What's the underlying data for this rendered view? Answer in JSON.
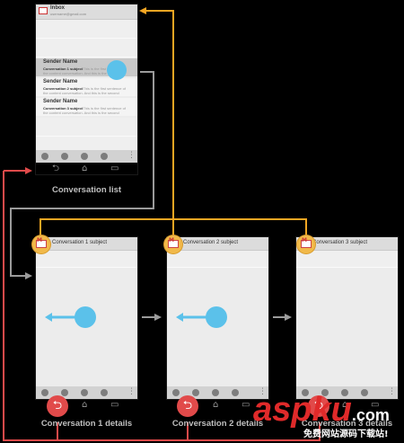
{
  "inbox": {
    "title": "Inbox",
    "account": "username@gmail.com",
    "items": [
      {
        "sender": "Sender Name",
        "subject": "Conversation 1 subject",
        "snippet": "- This is the first sentence of",
        "snippet2": "the content conversation. And this is the second"
      },
      {
        "sender": "Sender Name",
        "subject": "Conversation 2 subject",
        "snippet": "- This is the first sentence of",
        "snippet2": "the content conversation. And this is the second"
      },
      {
        "sender": "Sender Name",
        "subject": "Conversation 3 subject",
        "snippet": "- This is the first sentence of",
        "snippet2": "the content conversation. And this is the second"
      }
    ]
  },
  "captions": {
    "list": "Conversation list",
    "details1": "Conversation 1 details",
    "details2": "Conversation 2 details",
    "details3": "Conversation 3 details"
  },
  "details": [
    {
      "subject": "Conversation 1 subject"
    },
    {
      "subject": "Conversation 2 subject"
    },
    {
      "subject": "Conversation 3 subject"
    }
  ],
  "icons": {
    "back": "⮌",
    "home": "⌂",
    "recents": "▭",
    "menu": "⋮",
    "app_badge": "gmail-icon"
  },
  "watermark": {
    "brand": "aspku",
    "domain": ".com",
    "slogan": "免费网站源码下载站!"
  },
  "colors": {
    "orange": "#f5a623",
    "gray_arrow": "#9b9b9b",
    "red_back": "#e14a4a",
    "touch_blue": "#5bc1ea"
  }
}
